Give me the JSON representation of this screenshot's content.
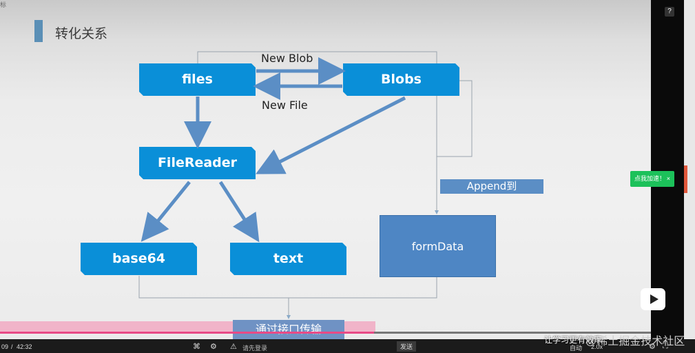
{
  "slide": {
    "title": "转化关系",
    "corner_label": "标"
  },
  "nodes": {
    "files": "files",
    "blobs": "Blobs",
    "filereader": "FileReader",
    "base64": "base64",
    "text": "text",
    "formdata": "formData"
  },
  "edges": {
    "new_blob": "New Blob",
    "new_file": "New File",
    "append": "Append到",
    "api": "通过接口传输"
  },
  "player": {
    "time_current": "09",
    "time_separator": "/",
    "time_total": "42:32",
    "progress_fraction": 0.575,
    "comment_placeholder": "请先登录",
    "send_label": "发送",
    "auto_label": "自动",
    "speed_label": "2.0x",
    "speed_up_button": "点我加速！",
    "close_x": "×",
    "help": "?"
  },
  "watermark": {
    "line1": "让学习更有效率",
    "line2": "@稀土掘金技术社区"
  },
  "colors": {
    "node_blue": "#0a8fd8",
    "box_blue": "#4e86c4",
    "arrow_blue": "#5b8ec5",
    "progress": "#e84a86",
    "accent_green": "#1cc15a"
  }
}
